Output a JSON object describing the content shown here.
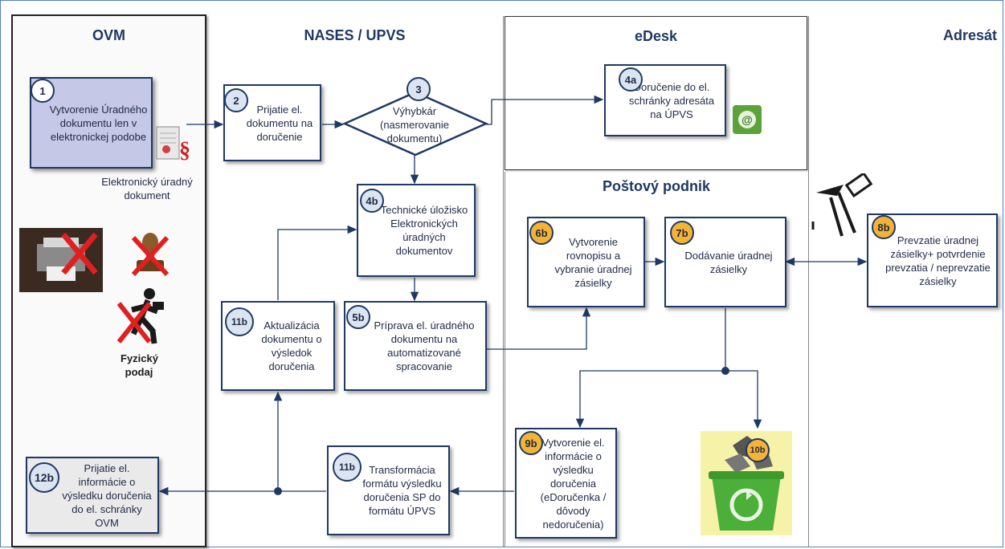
{
  "lanes": {
    "ovm": "OVM",
    "nases": "NASES / UPVS",
    "edesk": "eDesk",
    "adresat": "Adresát",
    "postovy": "Poštový podnik"
  },
  "steps": {
    "s1": {
      "num": "1",
      "text": "Vytvorenie Úradného dokumentu len v elektronickej podobe"
    },
    "s2": {
      "num": "2",
      "text": "Prijatie el. dokumentu na doručenie"
    },
    "s3": {
      "num": "3",
      "text": "Výhybkár (nasmerovanie dokumentu)"
    },
    "s4a": {
      "num": "4a",
      "text": "Doručenie do el. schránky adresáta na ÚPVS"
    },
    "s4b": {
      "num": "4b",
      "text": "Technické úložisko Elektronických úradných dokumentov"
    },
    "s5b": {
      "num": "5b",
      "text": "Príprava el. úradného dokumentu na automatizované spracovanie"
    },
    "s6b": {
      "num": "6b",
      "text": "Vytvorenie rovnopisu a vybranie úradnej zásielky"
    },
    "s7b": {
      "num": "7b",
      "text": "Dodávanie úradnej zásielky"
    },
    "s8b": {
      "num": "8b",
      "text": "Prevzatie úradnej zásielky+ potvrdenie prevzatia / neprevzatie zásielky"
    },
    "s9b": {
      "num": "9b",
      "text": "Vytvorenie el. informácie o výsledku doručenia (eDoručenka / dôvody nedoručenia)"
    },
    "s10b": {
      "num": "10b"
    },
    "s11b_a": {
      "num": "11b",
      "text": "Aktualizácia dokumentu o výsledok doručenia"
    },
    "s11b_b": {
      "num": "11b",
      "text": "Transformácia formátu výsledku doručenia SP do formátu ÚPVS"
    },
    "s12b": {
      "num": "12b",
      "text": "Prijatie el. informácie o výsledku doručenia do el. schránky OVM"
    }
  },
  "labels": {
    "electronic_doc": "Elektronický úradný dokument",
    "physical_submission": "Fyzický podaj",
    "paragraph_symbol": "§"
  },
  "icons": [
    "document-icon",
    "printer-icon",
    "stamp-icon",
    "runner-icon",
    "edesk-icon",
    "recycle-bin-icon",
    "mail-hand-icon"
  ],
  "colors": {
    "navy": "#1f3864",
    "light_blue_circle": "#dbe5f1",
    "orange_circle": "#f5b335",
    "step1_fill": "#c5c8e6",
    "red_cross": "#e02020"
  }
}
